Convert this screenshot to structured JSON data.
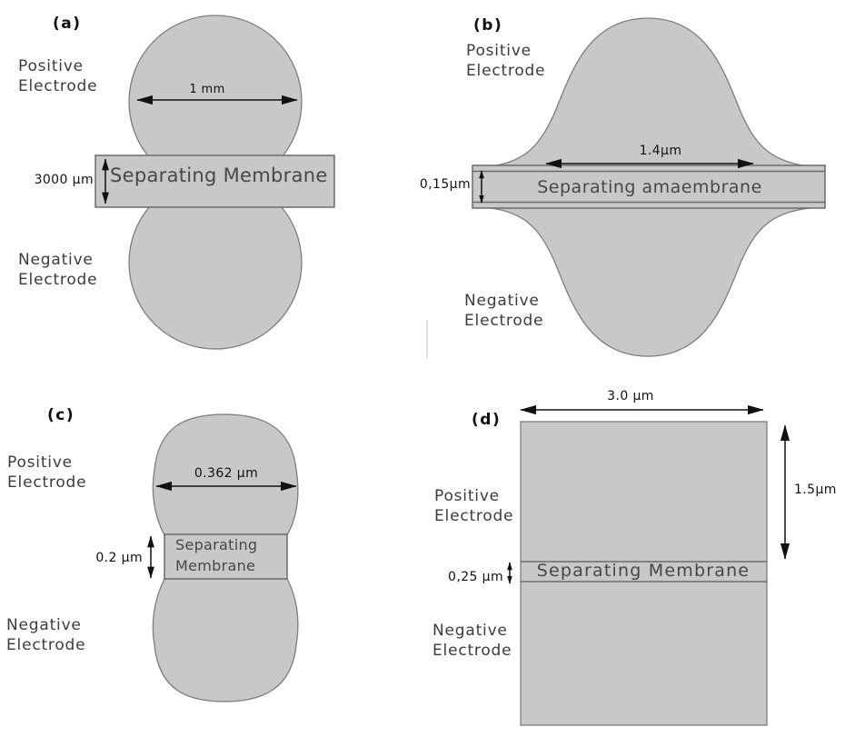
{
  "colors": {
    "shape_fill": "#c8c8c8",
    "shape_stroke": "#7d7d7d",
    "membrane_stroke": "#6a6a6a",
    "ink": "#111111",
    "label_ink": "#3c3c3c",
    "membrane_ink": "#474747"
  },
  "panels": {
    "a": {
      "letter": "(a)",
      "positive": [
        "Positive",
        "Electrode"
      ],
      "negative": [
        "Negative",
        "Electrode"
      ],
      "membrane_label": "Separating Membrane",
      "width_dim": "1 mm",
      "thickness_dim": "3000 μm"
    },
    "b": {
      "letter": "(b)",
      "positive": [
        "Positive",
        "Electrode"
      ],
      "negative": [
        "Negative",
        "Electrode"
      ],
      "membrane_label": "Separating amaembrane",
      "width_dim": "1.4μm",
      "thickness_dim": "0,15μm"
    },
    "c": {
      "letter": "(c)",
      "positive": [
        "Positive",
        "Electrode"
      ],
      "negative": [
        "Negative",
        "Electrode"
      ],
      "membrane_label": [
        "Separating",
        "Membrane"
      ],
      "width_dim": "0.362 μm",
      "thickness_dim": "0.2 μm"
    },
    "d": {
      "letter": "(d)",
      "positive": [
        "Positive",
        "Electrode"
      ],
      "negative": [
        "Negative",
        "Electrode"
      ],
      "membrane_label": "Separating Membrane",
      "width_dim": "3.0 μm",
      "height_dim": "1.5μm",
      "thickness_dim": "0,25 μm"
    }
  }
}
